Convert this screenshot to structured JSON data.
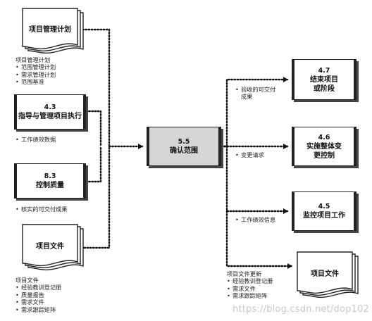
{
  "inputs": {
    "doc1": {
      "label": "项目管理计划",
      "notes_head": "项目管理计划",
      "notes": [
        "范围管理计划",
        "需求管理计划",
        "范围基准"
      ]
    },
    "proc43": {
      "num": "4.3",
      "name": "指导与管理项目执行",
      "note": "工作绩效数据"
    },
    "proc83": {
      "num": "8.3",
      "name": "控制质量",
      "note": "核实的可交付成果"
    },
    "doc2": {
      "label": "项目文件",
      "notes_head": "项目文件",
      "notes": [
        "经验教训登记册",
        "质量报告",
        "需求文件",
        "需求跟踪矩阵"
      ]
    }
  },
  "center": {
    "num": "5.5",
    "name": "确认范围"
  },
  "outputs": {
    "proc47": {
      "num": "4.7",
      "name": "结束项目或阶段",
      "note": "验收的可交付成果"
    },
    "proc46": {
      "num": "4.6",
      "name": "实施整体变更控制",
      "note": "变更请求"
    },
    "proc45": {
      "num": "4.5",
      "name": "监控项目工作",
      "note": "工作绩效信息"
    },
    "doc3": {
      "label": "项目文件",
      "notes_head": "项目文件更新",
      "notes": [
        "经验教训登记册",
        "需求文件",
        "需求跟踪矩阵"
      ]
    }
  },
  "watermark": "https://blog.csdn.net/dop102"
}
